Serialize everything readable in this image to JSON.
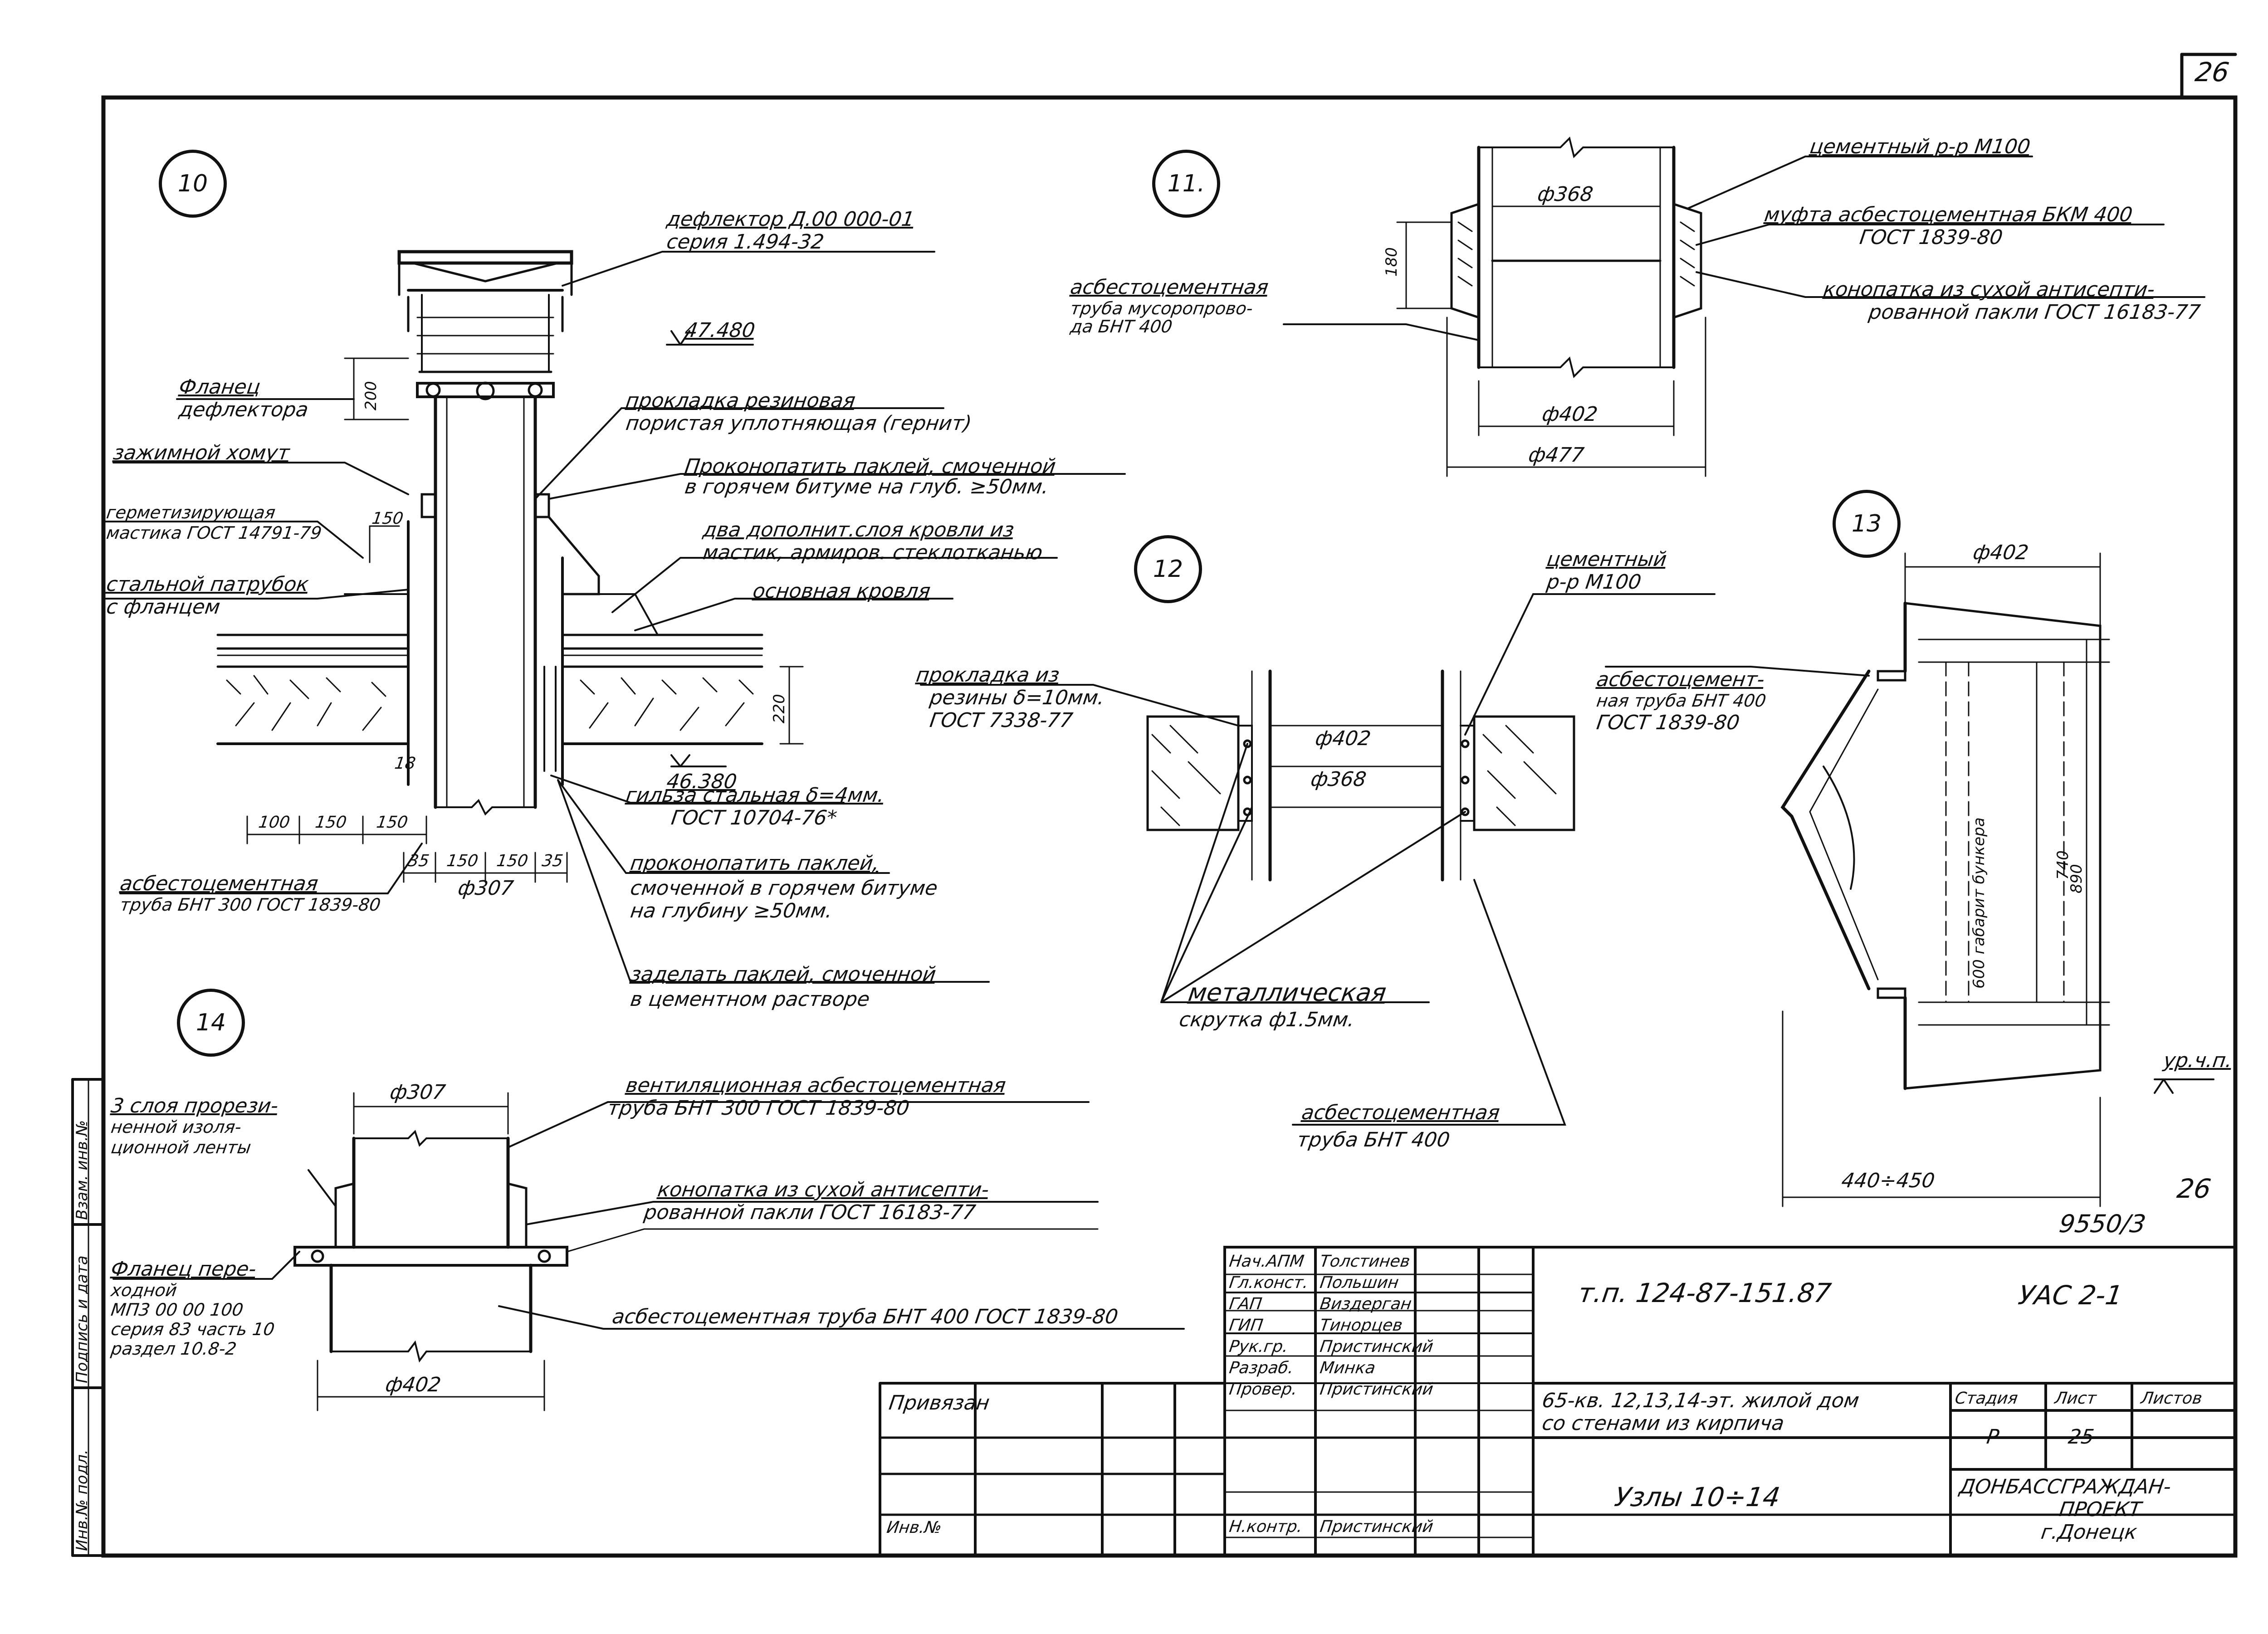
{
  "sheet_no": "26",
  "sheet_no_2": "26",
  "drawing_no": "9550/3",
  "nodes": {
    "n10": "10",
    "n11": "11.",
    "n12": "12",
    "n13": "13",
    "n14": "14"
  },
  "node10": {
    "deflector": "дефлектор Д.00 000-01",
    "deflector_series": "серия 1.494-32",
    "level_top": "47.480",
    "level_bottom": "46.380",
    "flange_1": "Фланец",
    "flange_2": "дефлектора",
    "clamp": "зажимной хомут",
    "gasket_1": "прокладка резиновая",
    "gasket_2": "пористая уплотняющая (гернит)",
    "caulk_1": "Проконопатить паклей, смоченной",
    "caulk_2": "в горячем битуме на глуб. ≥50мм.",
    "mastic_1": "герметизирующая",
    "mastic_2": "мастика ГОСТ 14791-79",
    "roof_extra_1": "два дополнит.слоя кровли из",
    "roof_extra_2": "мастик, армиров. стеклотканью",
    "branch_1": "стальной патрубок",
    "branch_2": "с фланцем",
    "roof_main": "основная кровля",
    "sleeve_1": "гильза стальная δ=4мм.",
    "sleeve_2": "ГОСТ 10704-76*",
    "pipe_1": "асбестоцементная",
    "pipe_2": "труба БНТ 300 ГОСТ 1839-80",
    "caulk2_1": "проконопатить паклей,",
    "caulk2_2": "смоченной в горячем битуме",
    "caulk2_3": "на глубину ≥50мм.",
    "seal_1": "заделать паклей, смоченной",
    "seal_2": "в цементном растворе",
    "dim_200": "200",
    "dim_150": "150",
    "dim_220": "220",
    "dim_18": "18",
    "dim_100": "100",
    "dim_150b": "150",
    "dim_150c": "150",
    "dim_35a": "35",
    "dim_150d": "150",
    "dim_150e": "150",
    "dim_35b": "35",
    "dim_phi307": "ф307"
  },
  "node11": {
    "mortar": "цементный р-р М100",
    "coupling_1": "муфта асбестоцементная БКМ 400",
    "coupling_2": "ГОСТ 1839-80",
    "pipe_1": "асбестоцементная",
    "pipe_2": "труба мусоропрово-",
    "pipe_3": "да БНТ 400",
    "caulk_1": "конопатка из сухой антисепти-",
    "caulk_2": "рованной пакли ГОСТ 16183-77",
    "dim_phi368": "ф368",
    "dim_180": "180",
    "dim_phi402": "ф402",
    "dim_phi477": "ф477"
  },
  "node12": {
    "mortar_1": "цементный",
    "mortar_2": "р-р М100",
    "gasket_1": "прокладка из",
    "gasket_2": "резины δ=10мм.",
    "gasket_3": "ГОСТ 7338-77",
    "twist_1": "металлическая",
    "twist_2": "скрутка ф1.5мм.",
    "pipe_1": "асбестоцементная",
    "pipe_2": "труба БНТ 400",
    "dim_phi402": "ф402",
    "dim_phi368": "ф368"
  },
  "node13": {
    "pipe_1": "асбестоцемент-",
    "pipe_2": "ная труба БНТ 400",
    "pipe_3": "ГОСТ 1839-80",
    "dim_phi402": "ф402",
    "dim_740": "740",
    "dim_890": "890",
    "dim_600": "600 габарит бункера",
    "dim_440": "440÷450",
    "floor": "ур.ч.п."
  },
  "node14": {
    "tape_1": "3 слоя прорези-",
    "tape_2": "ненной изоля-",
    "tape_3": "ционной ленты",
    "vent_1": "вентиляционная асбестоцементная",
    "vent_2": "труба БНТ 300 ГОСТ 1839-80",
    "caulk_1": "конопатка из сухой антисепти-",
    "caulk_2": "рованной пакли ГОСТ 16183-77",
    "flange_1": "Фланец пере-",
    "flange_2": "ходной",
    "flange_3": "МП3 00 00 100",
    "flange_4": "серия 83 часть 10",
    "flange_5": "раздел 10.8-2",
    "pipe400": "асбестоцементная труба БНТ 400 ГОСТ 1839-80",
    "dim_phi307": "ф307",
    "dim_phi402": "ф402"
  },
  "left_strip": {
    "inv_no": "Инв.№ подл.",
    "sign_date": "Подпись и дата",
    "replace_inv": "Взам. инв.№"
  },
  "title_block": {
    "signers": [
      {
        "role": "Нач.АПМ",
        "name": "Толстинев"
      },
      {
        "role": "Гл.конст.",
        "name": "Польшин"
      },
      {
        "role": "ГАП",
        "name": "Виздерган"
      },
      {
        "role": "ГИП",
        "name": "Тинорцев"
      },
      {
        "role": "Рук.гр.",
        "name": "Пристинский"
      },
      {
        "role": "Разраб.",
        "name": "Минка"
      },
      {
        "role": "Провер.",
        "name": "Пристинский"
      }
    ],
    "normcontrol_role": "Н.контр.",
    "normcontrol_name": "Пристинский",
    "bound": "Привязан",
    "inv_no": "Инв.№",
    "code": "т.п. 124-87-151.87",
    "mark": "УАС 2-1",
    "object_1": "65-кв. 12,13,14-эт. жилой дом",
    "object_2": "со стенами из кирпича",
    "sheet_title": "Узлы 10÷14",
    "stage_h": "Стадия",
    "sheet_h": "Лист",
    "sheets_h": "Листов",
    "stage": "Р",
    "sheet": "25",
    "sheets": "",
    "org_1": "ДОНБАССГРАЖДАН-",
    "org_2": "ПРОЕКТ",
    "org_3": "г.Донецк"
  }
}
